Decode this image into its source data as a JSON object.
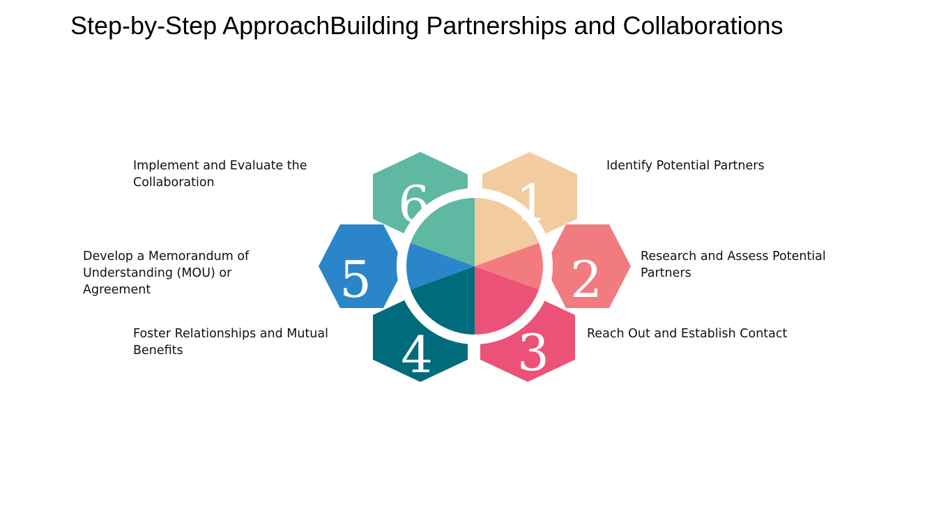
{
  "title": "Step-by-Step ApproachBuilding Partnerships and Collaborations",
  "steps": [
    {
      "number": "1",
      "label": "Identify Potential Partners",
      "color": "#f2cc9f"
    },
    {
      "number": "2",
      "label": "Research and Assess Potential\nPartners",
      "color": "#f27b80"
    },
    {
      "number": "3",
      "label": "Reach Out and Establish Contact",
      "color": "#ec5277"
    },
    {
      "number": "4",
      "label": "Foster Relationships and Mutual\nBenefits",
      "color": "#006b7b"
    },
    {
      "number": "5",
      "label": "Develop a Memorandum of\nUnderstanding (MOU) or\nAgreement",
      "color": "#2a86c9"
    },
    {
      "number": "6",
      "label": "Implement and Evaluate the\nCollaboration",
      "color": "#5fb8a1"
    }
  ]
}
